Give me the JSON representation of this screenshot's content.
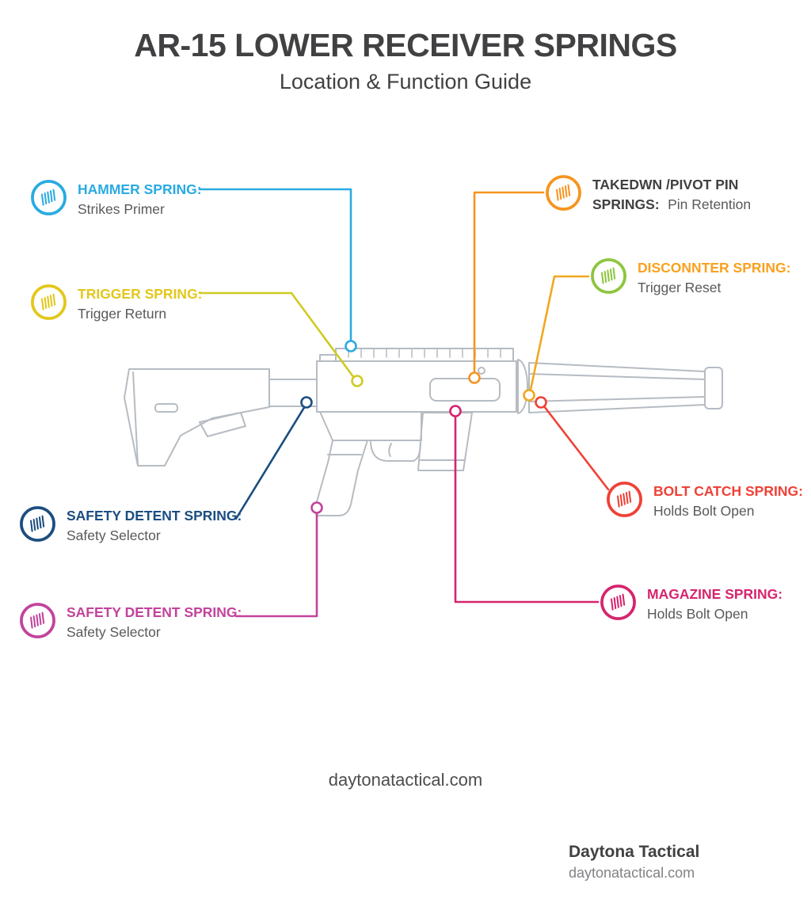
{
  "header": {
    "title": "AR-15 LOWER RECEIVER SPRINGS",
    "subtitle": "Location & Function Guide"
  },
  "callouts": [
    {
      "id": "hammer-spring",
      "label": "HAMMER SPRING:",
      "desc": "Strikes Primer",
      "label_color": "#29ABE2",
      "icon_color": "#29ABE2",
      "line_color": "#29ABE2"
    },
    {
      "id": "trigger-spring",
      "label": "TRIGGER SPRING:",
      "desc": "Trigger Return",
      "label_color": "#E3C71B",
      "icon_color": "#E3C71B",
      "line_color": "#CFCB22"
    },
    {
      "id": "takedown-pivot-pin-springs",
      "label": "TAKEDWN /PIVOT PIN SPRINGS:",
      "desc": "Pin Retention",
      "label_color": "#414042",
      "icon_color": "#F7941E",
      "line_color": "#F7941E"
    },
    {
      "id": "disconnector-spring",
      "label": "DISCONNTER SPRING:",
      "desc": "Trigger Reset",
      "label_color": "#F9A11E",
      "icon_color": "#8DC63F",
      "line_color": "#F2A71D"
    },
    {
      "id": "bolt-catch-spring",
      "label": "BOLT CATCH SPRING:",
      "desc": "Holds Bolt Open",
      "label_color": "#EF4136",
      "icon_color": "#EF4136",
      "line_color": "#EF4136"
    },
    {
      "id": "magazine-spring",
      "label": "MAGAZINE SPRING:",
      "desc": "Holds Bolt Open",
      "label_color": "#D6246E",
      "icon_color": "#D6246E",
      "line_color": "#D6246E"
    },
    {
      "id": "safety-detent-spring-blue",
      "label": "SAFETY DETENT SPRING:",
      "desc": "Safety Selector",
      "label_color": "#1B4E80",
      "icon_color": "#1B4E80",
      "line_color": "#1B4E80"
    },
    {
      "id": "safety-detent-spring-pink",
      "label": "SAFETY DETENT SPRING:",
      "desc": "Safety Selector",
      "label_color": "#C2439B",
      "icon_color": "#C2439B",
      "line_color": "#C2439B"
    }
  ],
  "watermark": "daytonatactical.com",
  "brand": {
    "name": "Daytona Tactical",
    "site": "daytonatactical.com"
  }
}
